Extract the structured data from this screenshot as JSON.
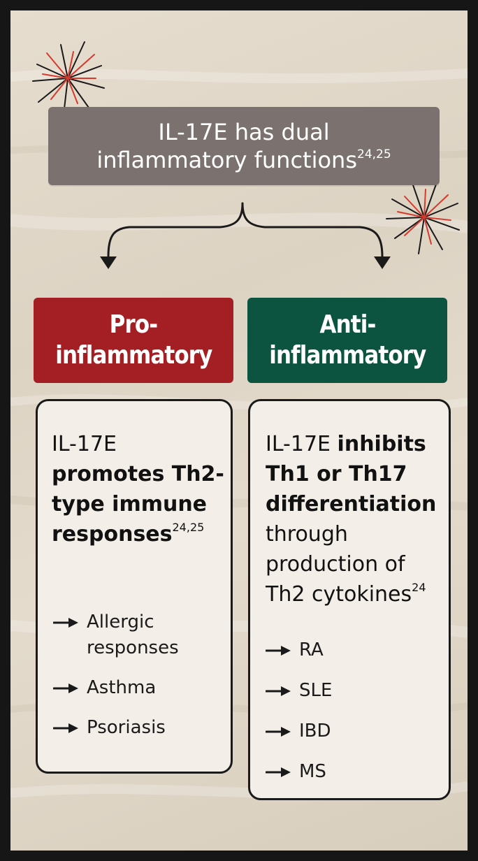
{
  "title": {
    "main": "IL-17E has dual",
    "line2": "inflammatory functions",
    "refs": "24,25"
  },
  "left": {
    "header_line1": "Pro-",
    "header_line2": "inflammatory",
    "text_plain": "IL-17E",
    "text_bold": "promotes Th2-type immune responses",
    "refs": "24,25",
    "bullets": [
      "Allergic responses",
      "Asthma",
      "Psoriasis"
    ]
  },
  "right": {
    "header_line1": "Anti-",
    "header_line2": "inflammatory",
    "text_plain": "IL-17E",
    "text_bold": "inhibits Th1 or Th17 differentiation",
    "text_plain2": "through production of Th2 cytokines",
    "refs": "24",
    "bullets": [
      "RA",
      "SLE",
      "IBD",
      "MS"
    ]
  },
  "colors": {
    "title_box": "#7b726f",
    "pro": "#a31f24",
    "anti": "#0d5440",
    "background": "#e2d9ca",
    "card": "#f3efe8",
    "burst_red": "#d63a2c",
    "burst_dark": "#1a1a1a"
  },
  "icons": [
    "burst-icon",
    "bracket-arrow-icon",
    "bullet-arrow-icon"
  ]
}
